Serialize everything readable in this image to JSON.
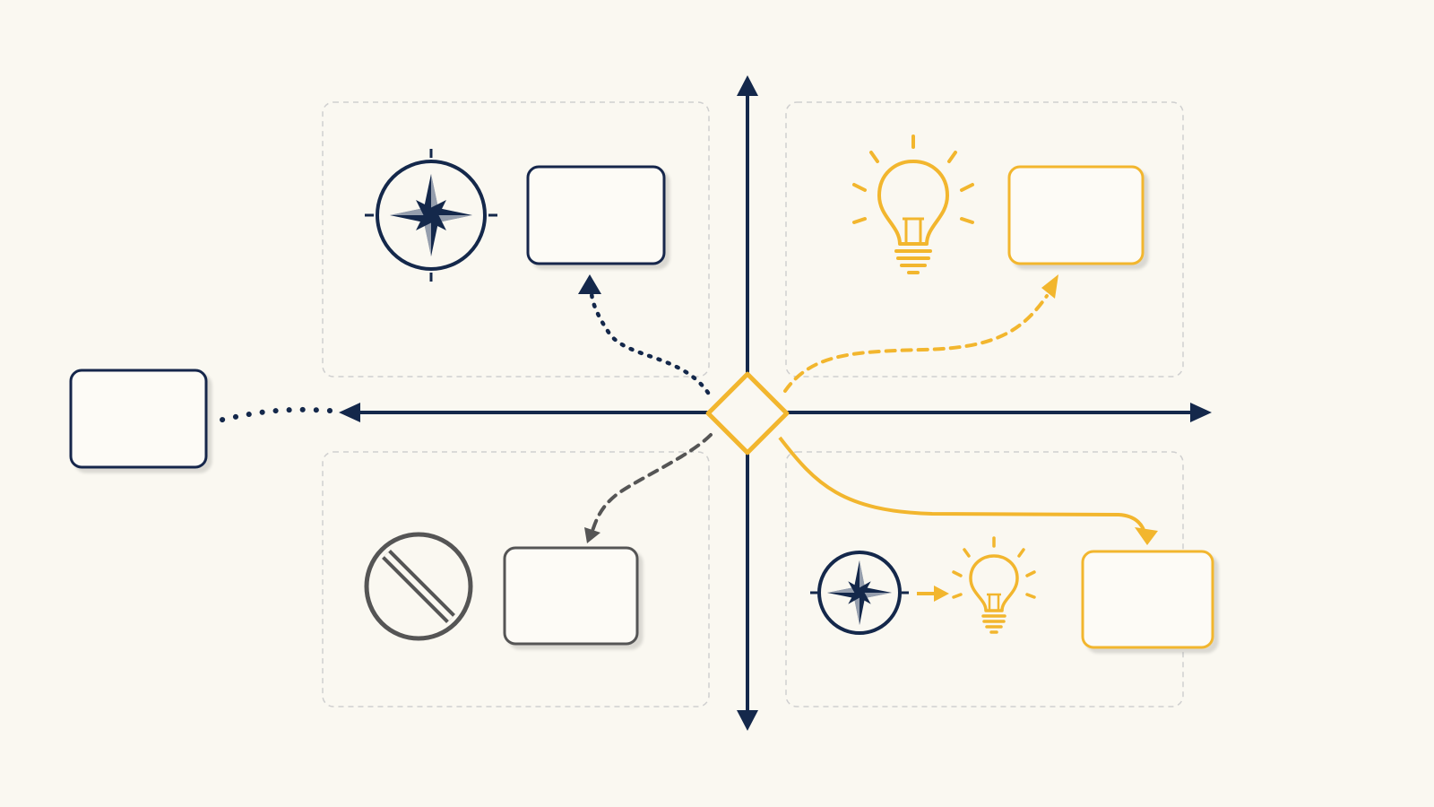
{
  "diagram": {
    "kind": "quadrant-decision-map",
    "colors": {
      "background": "#faf8f1",
      "navy": "#14284b",
      "gold": "#f2b62e",
      "gray": "#555555",
      "dashed_border": "#cfcfcf",
      "card_fill": "#fdfbf6"
    },
    "center_node": {
      "shape": "diamond",
      "color": "#f2b62e"
    },
    "axes": {
      "horizontal": "double-arrow",
      "vertical": "double-arrow",
      "color": "#14284b"
    },
    "quadrants": [
      {
        "position": "top-left",
        "icon": "compass-icon",
        "color": "#14284b",
        "card_text": "",
        "connector": "dotted"
      },
      {
        "position": "top-right",
        "icon": "lightbulb-icon",
        "color": "#f2b62e",
        "card_text": "",
        "connector": "dashed"
      },
      {
        "position": "bottom-left",
        "icon": "prohibited-icon",
        "color": "#555555",
        "card_text": "",
        "connector": "dashed"
      },
      {
        "position": "bottom-right",
        "icons": [
          "compass-icon",
          "arrow-right-icon",
          "lightbulb-icon"
        ],
        "color": "#f2b62e",
        "card_text": "",
        "connector": "solid"
      }
    ],
    "outside_node": {
      "position": "left",
      "color": "#14284b",
      "card_text": "",
      "connector": "dotted"
    }
  }
}
